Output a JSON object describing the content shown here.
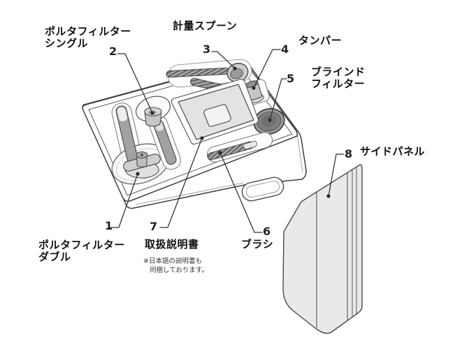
{
  "figure": {
    "type": "parts-diagram",
    "colors": {
      "background": "#ffffff",
      "line": "#3f3f3f",
      "panel_fill": "#e9e9e9",
      "manual_fill": "#e3e3e3",
      "handle_fill": "#a2a2a2",
      "filter_fill": "#7d7d7d",
      "text": "#111111"
    },
    "parts": [
      {
        "number": "1",
        "name": "portafilter-double",
        "label_lines": [
          "ポルタフィルター",
          "ダブル"
        ]
      },
      {
        "number": "2",
        "name": "portafilter-single",
        "label_lines": [
          "ポルタフィルター",
          "シングル"
        ]
      },
      {
        "number": "3",
        "name": "measuring-spoon",
        "label_lines": [
          "計量スプーン"
        ]
      },
      {
        "number": "4",
        "name": "tamper",
        "label_lines": [
          "タンパー"
        ]
      },
      {
        "number": "5",
        "name": "blind-filter",
        "label_lines": [
          "ブラインド",
          "フィルター"
        ]
      },
      {
        "number": "6",
        "name": "brush",
        "label_lines": [
          "ブラシ"
        ]
      },
      {
        "number": "7",
        "name": "instruction-manual",
        "label_lines": [
          "取扱説明書"
        ],
        "note_lines": [
          "※日本語の説明書も",
          "同梱しております。"
        ]
      },
      {
        "number": "8",
        "name": "side-panel",
        "label_lines": [
          "サイドパネル"
        ]
      }
    ]
  }
}
